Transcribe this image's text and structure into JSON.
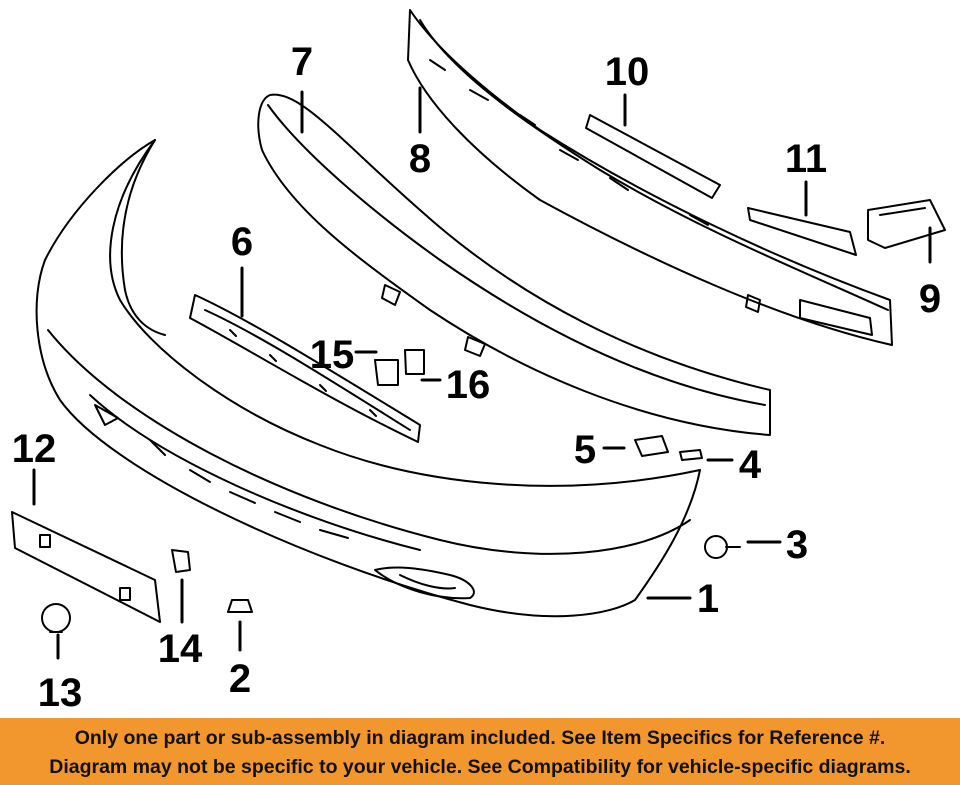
{
  "callouts": [
    "1",
    "2",
    "3",
    "4",
    "5",
    "6",
    "7",
    "8",
    "9",
    "10",
    "11",
    "12",
    "13",
    "14",
    "15",
    "16"
  ],
  "banner": {
    "line1": "Only one part or sub-assembly in diagram included. See Item Specifics for Reference #.",
    "line2": "Diagram may not be specific to your vehicle. See Compatibility for vehicle-specific diagrams."
  },
  "colors": {
    "banner_bg": "#f2972e",
    "line": "#000000",
    "background": "#ffffff"
  }
}
